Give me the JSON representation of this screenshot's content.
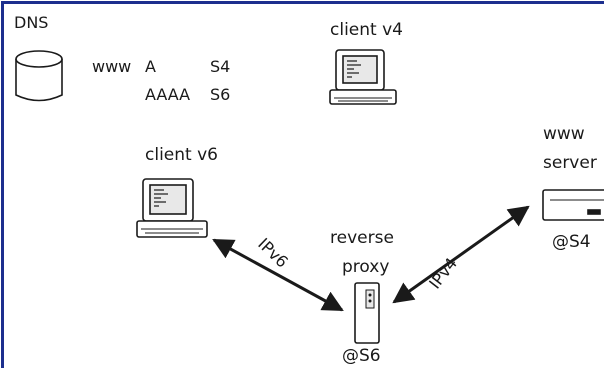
{
  "dns": {
    "label": "DNS",
    "records": [
      {
        "name": "www",
        "type": "A",
        "value": "S4"
      },
      {
        "name": "",
        "type": "AAAA",
        "value": "S6"
      }
    ]
  },
  "nodes": {
    "client_v4": {
      "label": "client v4"
    },
    "client_v6": {
      "label": "client v6"
    },
    "www_server": {
      "label_line1": "www",
      "label_line2": "server",
      "address": "@S4"
    },
    "reverse_proxy": {
      "label_line1": "reverse",
      "label_line2": "proxy",
      "address": "@S6"
    }
  },
  "links": {
    "ipv6": "IPv6",
    "ipv4": "IPv4"
  },
  "colors": {
    "frame": "#1c2f8e",
    "ink": "#1a1a1a",
    "device_fill": "#ffffff",
    "screen_fill": "#e8e8e8"
  }
}
